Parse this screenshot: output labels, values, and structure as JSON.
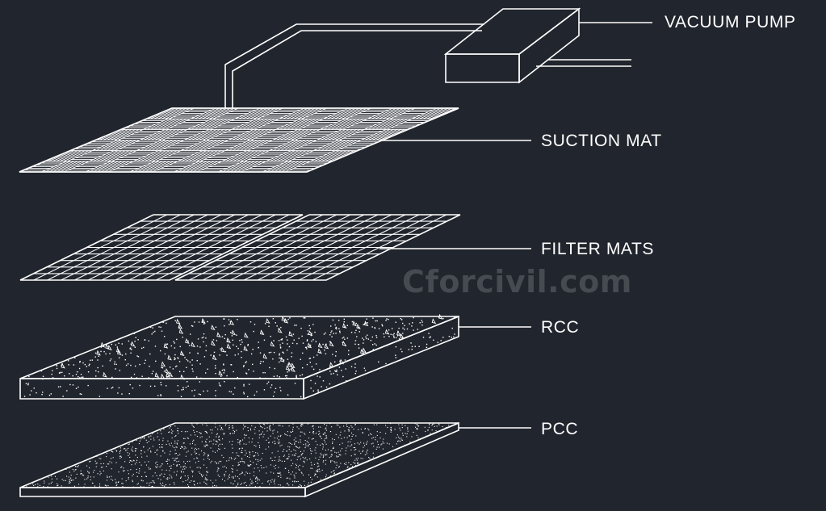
{
  "labels": {
    "vacuum_pump": "VACUUM PUMP",
    "suction_mat": "SUCTION MAT",
    "filter_mats": "FILTER MATS",
    "rcc": "RCC",
    "pcc": "PCC"
  },
  "watermark": "Cforcivil.com",
  "colors": {
    "background": "#21252d",
    "line": "#ffffff",
    "watermark": "#4b4f56"
  }
}
